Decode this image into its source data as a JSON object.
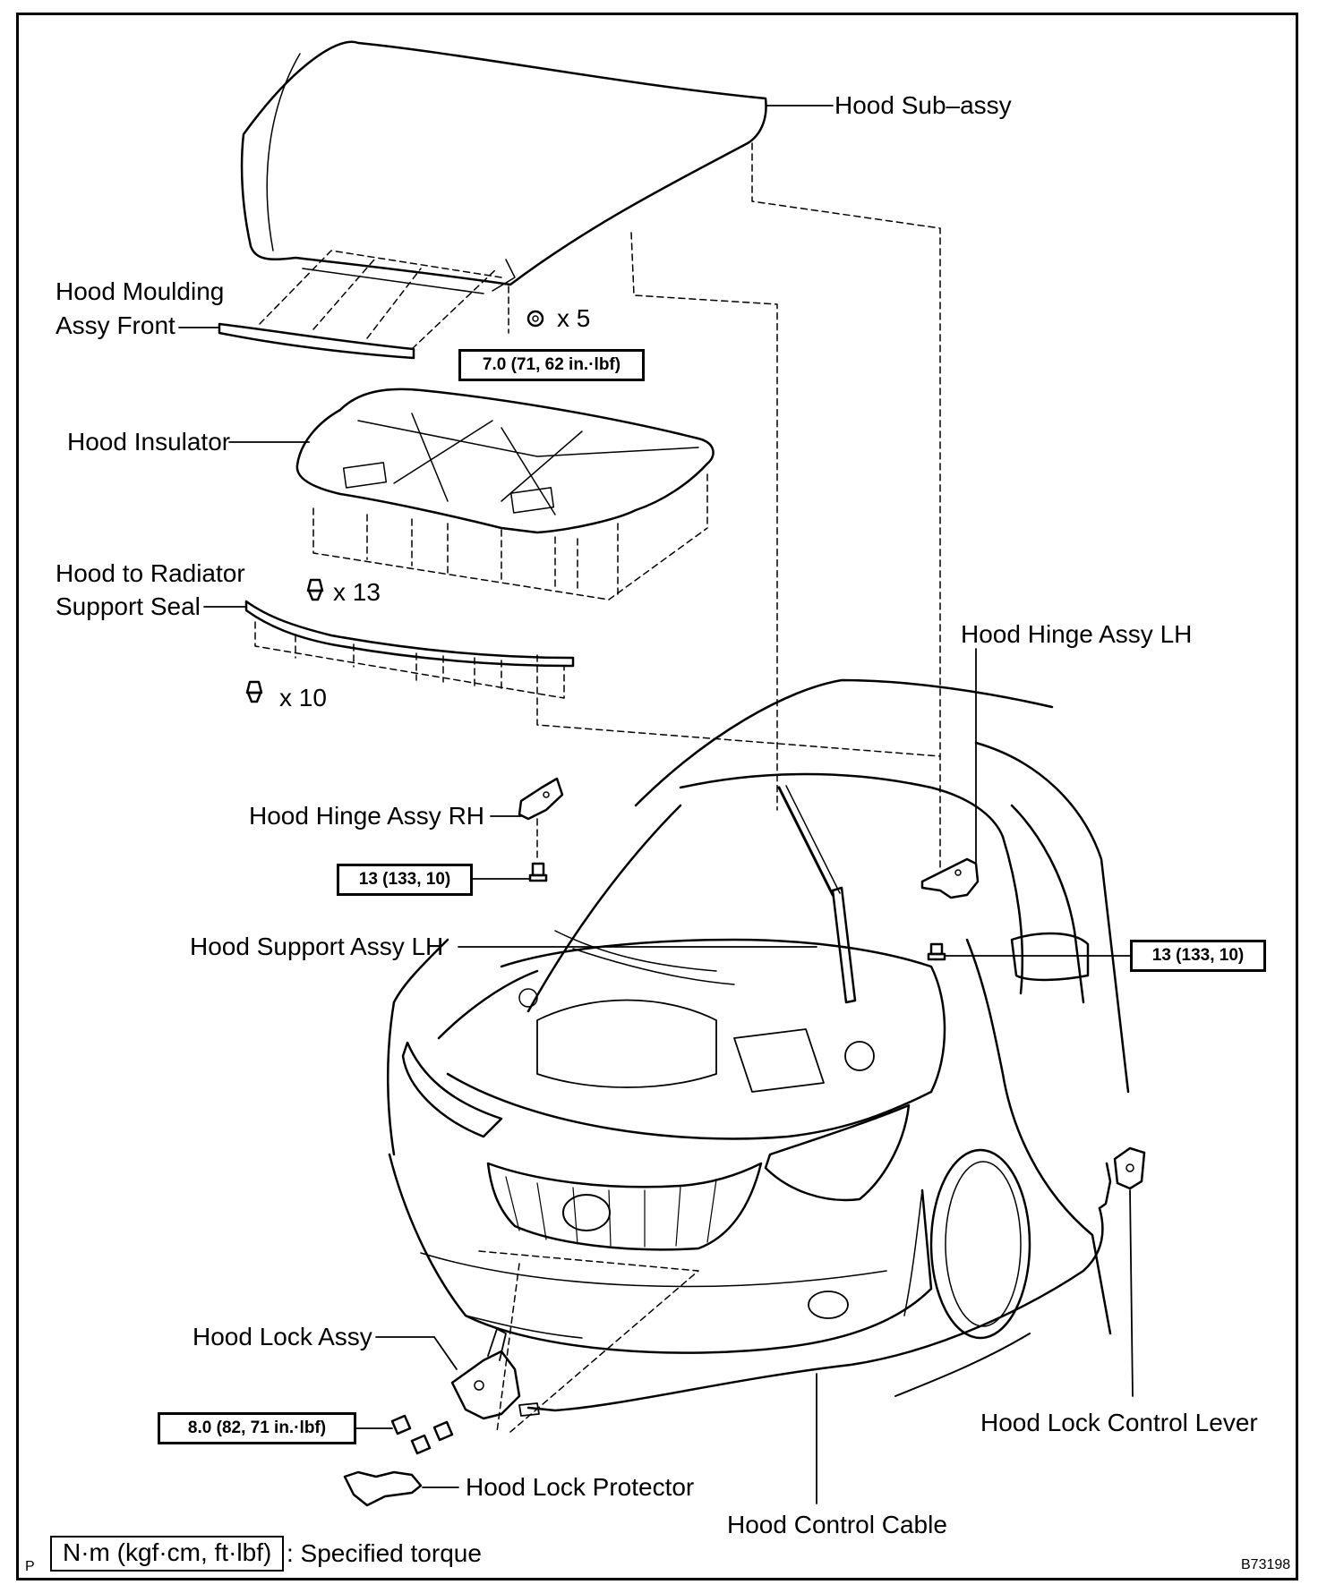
{
  "labels": {
    "hood_sub_assy": "Hood Sub–assy",
    "hood_moulding_line1": "Hood Moulding",
    "hood_moulding_line2": "Assy Front",
    "hood_insulator": "Hood Insulator",
    "radiator_seal_line1": "Hood to Radiator",
    "radiator_seal_line2": "Support Seal",
    "hinge_lh": "Hood Hinge Assy LH",
    "hinge_rh": "Hood Hinge Assy RH",
    "support_lh": "Hood Support Assy LH",
    "lock_assy": "Hood Lock Assy",
    "lock_protector": "Hood Lock Protector",
    "lock_control_lever": "Hood Lock Control Lever",
    "control_cable": "Hood Control Cable"
  },
  "quantities": {
    "nuts_hood": "x 5",
    "clips_insulator": "x 13",
    "clips_seal": "x 10"
  },
  "torques": {
    "moulding_nut": "7.0 (71, 62 in.·lbf)",
    "hinge_rh_bolt": "13 (133, 10)",
    "hinge_lh_bolt": "13 (133, 10)",
    "lock_bolt": "8.0 (82, 71 in.·lbf)"
  },
  "legend": {
    "box": "N·m (kgf·cm, ft·lbf)",
    "text": ": Specified torque"
  },
  "corner": {
    "left_mark": "P",
    "figure_code": "B73198"
  }
}
